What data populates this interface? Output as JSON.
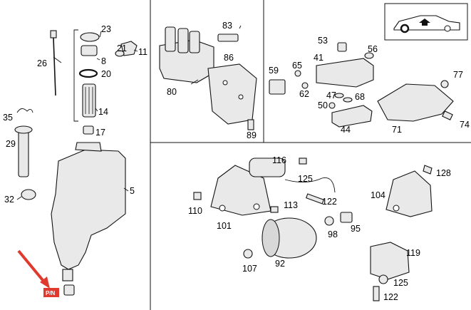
{
  "callouts": {
    "p23": "23",
    "p26": "26",
    "p8": "8",
    "p11": "11",
    "p20": "20",
    "p21": "21",
    "p14": "14",
    "p17": "17",
    "p35": "35",
    "p29": "29",
    "p32": "32",
    "p5": "5",
    "p83": "83",
    "p86": "86",
    "p80": "80",
    "p89": "89",
    "p53": "53",
    "p56": "56",
    "p41": "41",
    "p65": "65",
    "p59": "59",
    "p62": "62",
    "p47": "47",
    "p68": "68",
    "p50": "50",
    "p44": "44",
    "p71": "71",
    "p77": "77",
    "p74": "74",
    "p116": "116",
    "p125a": "125",
    "p128": "128",
    "p104": "104",
    "p110": "110",
    "p122a": "122",
    "p113": "113",
    "p101": "101",
    "p98": "98",
    "p95": "95",
    "p107": "107",
    "p92": "92",
    "p119": "119",
    "p125b": "125",
    "p122b": "122"
  },
  "highlight": {
    "color": "#e03a2f"
  },
  "icons": [
    "vehicle-front-arrow-icon",
    "red-pointer-arrow-icon"
  ]
}
